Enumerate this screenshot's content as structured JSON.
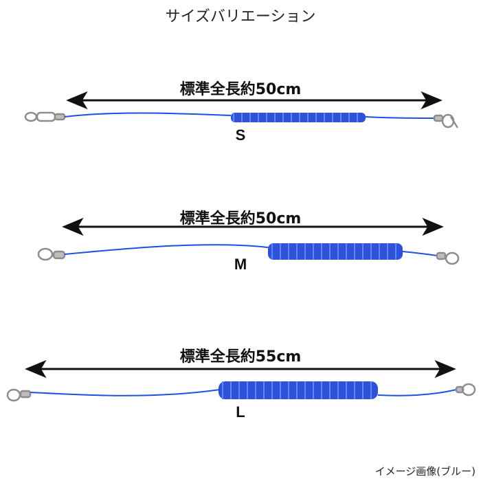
{
  "title": "サイズバリエーション",
  "caption": "イメージ画像(ブルー)",
  "colors": {
    "cord": "#1e4fe0",
    "coil": "#1a3fd4",
    "arrow": "#111111",
    "metal": "#9a9a9a"
  },
  "variants": [
    {
      "size": "S",
      "length_label": "標準全長約50cm"
    },
    {
      "size": "M",
      "length_label": "標準全長約50cm"
    },
    {
      "size": "L",
      "length_label": "標準全長約55cm"
    }
  ]
}
